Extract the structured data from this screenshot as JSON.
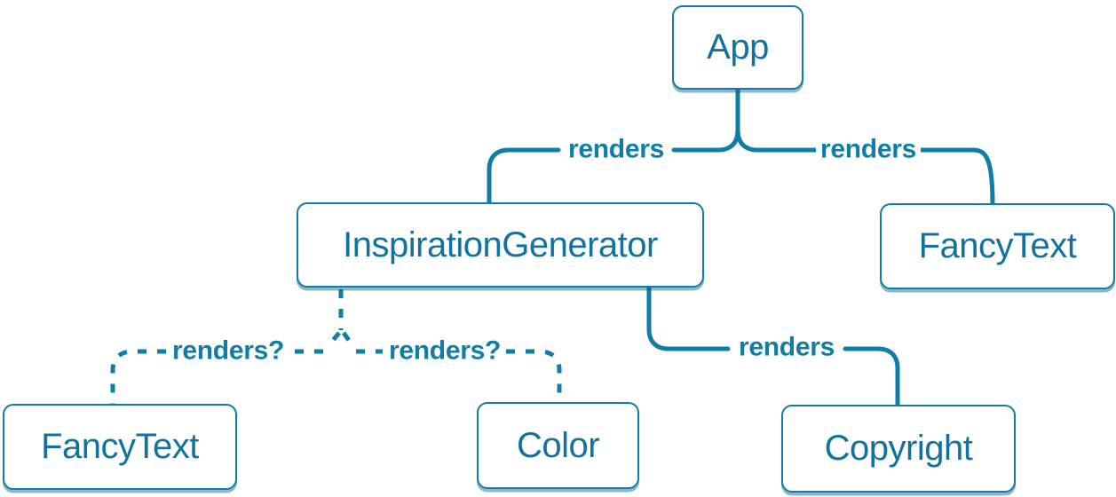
{
  "colors": {
    "accent": "#0e7da7",
    "node-text": "#11739d",
    "shadow": "rgba(11, 94, 128, 0.45)",
    "bg": "#ffffff"
  },
  "diagram": {
    "type": "component-render-tree",
    "nodes": [
      {
        "id": "app",
        "label": "App"
      },
      {
        "id": "inspiration-generator",
        "label": "InspirationGenerator"
      },
      {
        "id": "fancy-text-app",
        "label": "FancyText"
      },
      {
        "id": "fancy-text-conditional",
        "label": "FancyText"
      },
      {
        "id": "color",
        "label": "Color"
      },
      {
        "id": "copyright",
        "label": "Copyright"
      }
    ],
    "edges": [
      {
        "from": "App",
        "to": "InspirationGenerator",
        "label": "renders",
        "style": "solid"
      },
      {
        "from": "App",
        "to": "FancyText",
        "label": "renders",
        "style": "solid"
      },
      {
        "from": "InspirationGenerator",
        "to": "FancyText",
        "label": "renders?",
        "style": "dashed"
      },
      {
        "from": "InspirationGenerator",
        "to": "Color",
        "label": "renders?",
        "style": "dashed"
      },
      {
        "from": "InspirationGenerator",
        "to": "Copyright",
        "label": "renders",
        "style": "solid"
      }
    ]
  }
}
